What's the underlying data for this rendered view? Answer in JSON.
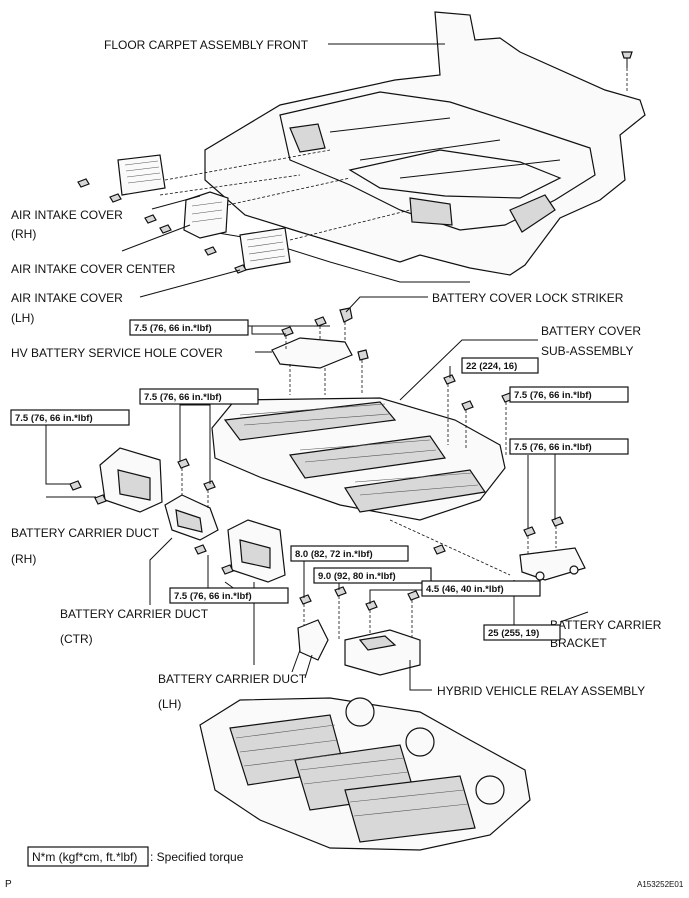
{
  "labels": {
    "floor_carpet": "FLOOR CARPET ASSEMBLY FRONT",
    "air_intake_cover_rh": "AIR INTAKE COVER",
    "air_intake_cover_rh_side": "(RH)",
    "air_intake_cover_center": "AIR INTAKE COVER CENTER",
    "air_intake_cover_lh": "AIR INTAKE COVER",
    "air_intake_cover_lh_side": "(LH)",
    "battery_cover_lock_striker": "BATTERY COVER LOCK STRIKER",
    "hv_battery_service_hole_cover": "HV BATTERY SERVICE HOLE COVER",
    "battery_cover_sub_assembly_1": "BATTERY COVER",
    "battery_cover_sub_assembly_2": "SUB-ASSEMBLY",
    "battery_carrier_duct_rh": "BATTERY CARRIER DUCT",
    "battery_carrier_duct_rh_side": "(RH)",
    "battery_carrier_duct_ctr": "BATTERY CARRIER DUCT",
    "battery_carrier_duct_ctr_side": "(CTR)",
    "battery_carrier_duct_lh": "BATTERY CARRIER DUCT",
    "battery_carrier_duct_lh_side": "(LH)",
    "battery_carrier_bracket_1": "BATTERY CARRIER",
    "battery_carrier_bracket_2": "BRACKET",
    "hybrid_vehicle_relay_assembly": "HYBRID VEHICLE RELAY ASSEMBLY"
  },
  "torques": {
    "t_service_hole": "7.5 (76, 66 in.*lbf)",
    "t_cover_left": "7.5 (76, 66 in.*lbf)",
    "t_duct_rh": "7.5 (76, 66 in.*lbf)",
    "t_cover_22": "22 (224, 16)",
    "t_cover_right": "7.5 (76, 66 in.*lbf)",
    "t_bracket": "7.5 (76, 66 in.*lbf)",
    "t_duct_ctr": "7.5 (76, 66 in.*lbf)",
    "t_relay_8": "8.0 (82, 72 in.*lbf)",
    "t_relay_9": "9.0 (92, 80 in.*lbf)",
    "t_relay_4_5": "4.5 (46, 40 in.*lbf)",
    "t_bracket_25": "25 (255, 19)"
  },
  "legend": {
    "unit_box": "N*m (kgf*cm, ft.*lbf)",
    "description": ": Specified torque"
  },
  "corner": {
    "page_mark": "P",
    "figure_id": "A153252E01"
  }
}
